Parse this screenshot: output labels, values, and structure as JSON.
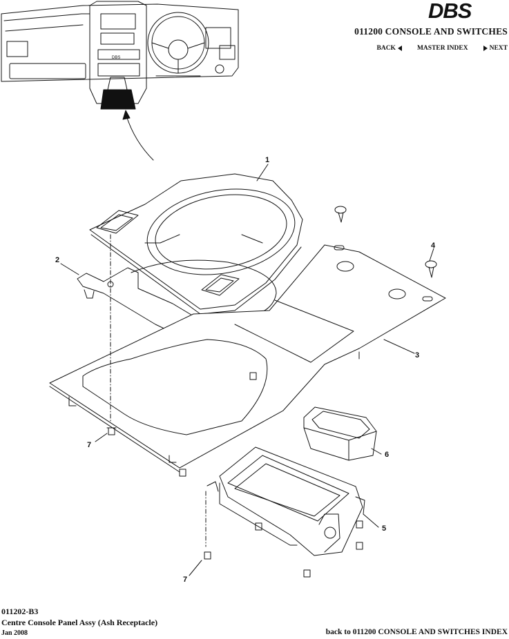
{
  "header": {
    "logo_text": "DBS",
    "section_title": "011200 CONSOLE AND SWITCHES",
    "nav": {
      "back_label": "BACK",
      "master_index_label": "MASTER INDEX",
      "next_label": "NEXT"
    }
  },
  "diagram": {
    "callouts": [
      "1",
      "2",
      "3",
      "4",
      "5",
      "6",
      "7",
      "7"
    ]
  },
  "footer": {
    "part_code": "011202-B3",
    "description": "Centre Console Panel Assy (Ash Receptacle)",
    "date": "Jan 2008",
    "back_link": "back to 011200 CONSOLE AND SWITCHES INDEX"
  },
  "colors": {
    "ink": "#111111",
    "background": "#ffffff"
  }
}
